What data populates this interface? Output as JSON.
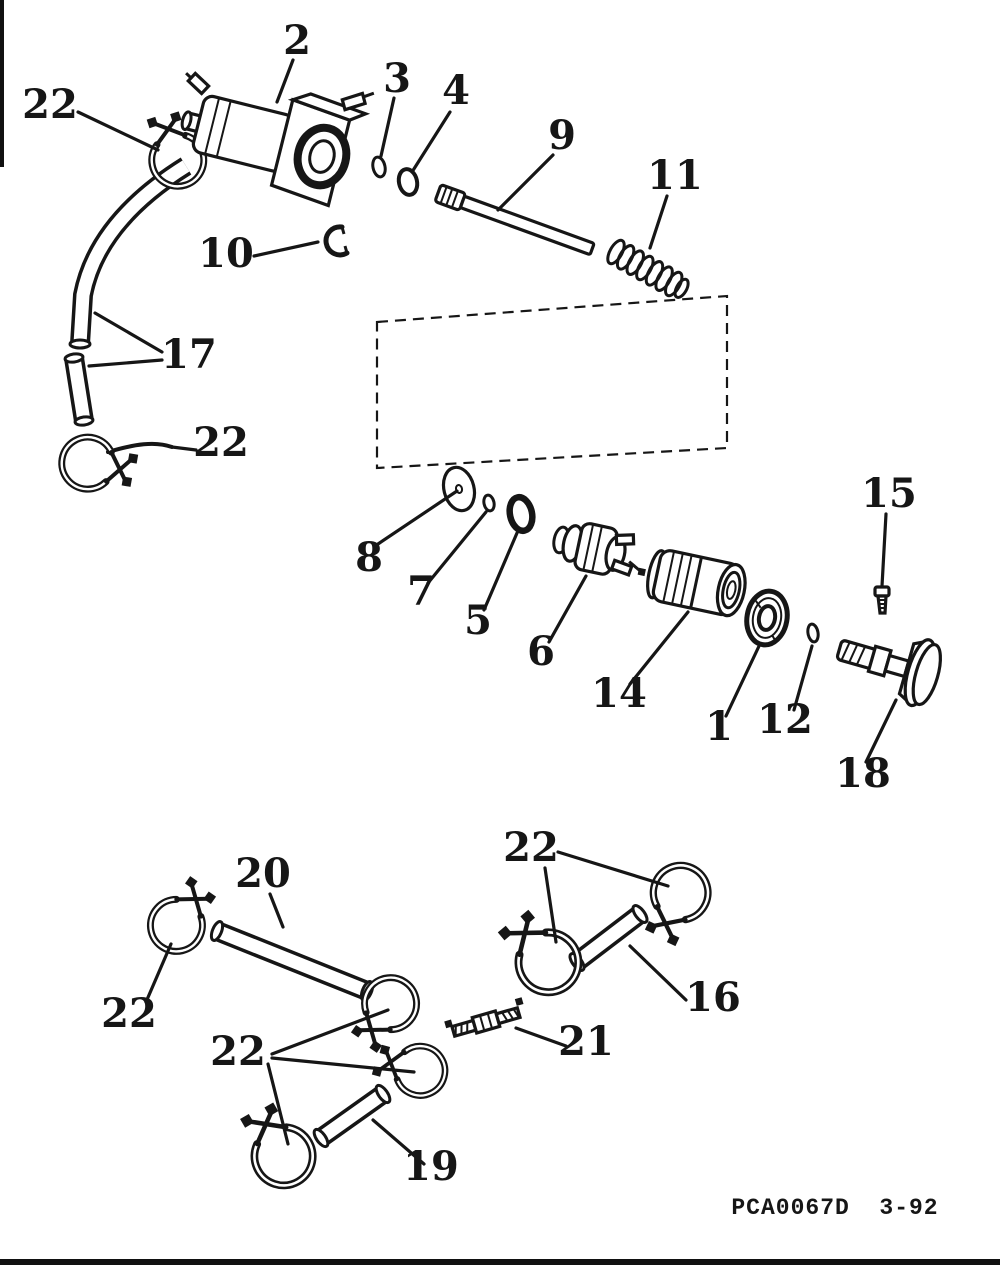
{
  "page": {
    "background": "#ffffff",
    "ink": "#161616"
  },
  "diagram": {
    "type": "exploded-parts-diagram",
    "part_code": "PCA0067D  3-92",
    "callouts": {
      "clamp_top_left": "22",
      "primer_pump_body": "2",
      "oring_small_3": "3",
      "oring_4": "4",
      "plunger_rod_9": "9",
      "spring_11": "11",
      "retainer_clip_10": "10",
      "fuel_hose_17": "17",
      "clamp_mid_left": "22",
      "washer_8": "8",
      "seal_7": "7",
      "oring_5": "5",
      "valve_6": "6",
      "connector_body_14": "14",
      "retainer_ring_1": "1",
      "seal_12": "12",
      "screw_15": "15",
      "plug_18": "18",
      "clamp_bottom_upper": "22",
      "hose_tube_20": "20",
      "hose_tube_16": "16",
      "clamp_bottom_left": "22",
      "inline_fitting_21": "21",
      "clamp_bottom_mid": "22",
      "hose_tube_19": "19"
    }
  }
}
